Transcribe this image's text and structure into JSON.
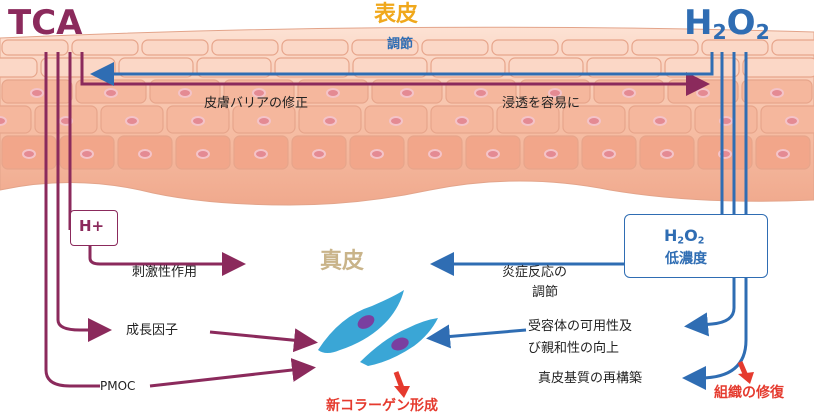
{
  "labels": {
    "tca": "TCA",
    "h2o2_base": "H",
    "h2o2_sub1": "2",
    "h2o2_mid": "O",
    "h2o2_sub2": "2",
    "epidermis": "表皮",
    "regulation_top": "調節",
    "barrier": "皮膚バリアの修正",
    "penetration": "浸透を容易に",
    "hplus": "H+",
    "h2o2_box_base": "H",
    "h2o2_box_sub1": "2",
    "h2o2_box_mid": "O",
    "h2o2_box_sub2": "2",
    "low_conc": "低濃度",
    "dermis": "真皮",
    "irritation": "刺激性作用",
    "inflammation_1": "炎症反応の",
    "inflammation_2": "調節",
    "growth_factor": "成長因子",
    "receptor_1": "受容体の可用性及",
    "receptor_2": "び親和性の向上",
    "pmoc": "PMOC",
    "matrix": "真皮基質の再構築",
    "new_collagen": "新コラーゲン形成",
    "tissue_repair": "組織の修復"
  },
  "colors": {
    "tca": "#8b2a5c",
    "h2o2": "#2f6db3",
    "epidermis_label": "#f0a81c",
    "red": "#e53a2e",
    "dermis_label": "#c9b48a",
    "skin_light": "#fbd7c6",
    "skin_mid": "#f5b79d",
    "skin_dark": "#e99c82",
    "nucleus": "#e48a93",
    "fibroblast": "#3aa6d6",
    "fibroblast_nucleus": "#7a3fa0"
  }
}
